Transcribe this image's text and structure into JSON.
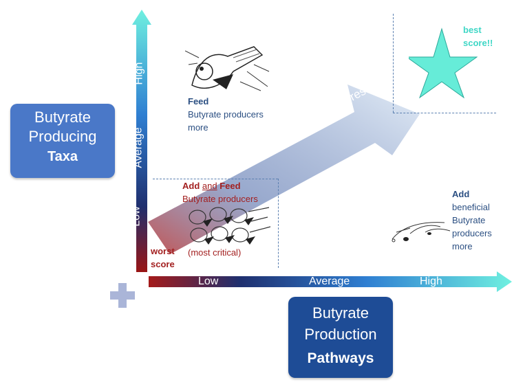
{
  "y_box": {
    "line1": "Butyrate",
    "line2": "Producing",
    "line3": "Taxa"
  },
  "x_box": {
    "line1": "Butyrate",
    "line2": "Production",
    "line3": "Pathways"
  },
  "y_axis": {
    "low": "Low",
    "average": "Average",
    "high": "High"
  },
  "x_axis": {
    "low": "Low",
    "average": "Average",
    "high": "High"
  },
  "worst": {
    "line1": "worst",
    "line2": "score"
  },
  "best": {
    "line1": "best",
    "line2": "score!!"
  },
  "improve_text": "Improve your scores",
  "feed": {
    "title": "Feed",
    "line1": "Butyrate producers",
    "line2": "more"
  },
  "add_feed": {
    "add": "Add",
    "and": "and",
    "feed": "Feed",
    "line1": "Butyrate producers",
    "note": "(most critical)"
  },
  "add": {
    "title": "Add",
    "line1": "beneficial",
    "line2": "Butyrate",
    "line3": "producers",
    "line4": "more"
  },
  "colors": {
    "dark_blue": "#1f4e96",
    "mid_blue": "#4472c4",
    "teal": "#57e8d8",
    "dark_red": "#a32020",
    "text_blue": "#2b4f82"
  },
  "icons": [
    "plus-icon",
    "star-icon",
    "feed-sketch-icon",
    "add-feed-sketch-icon",
    "add-sketch-icon"
  ]
}
